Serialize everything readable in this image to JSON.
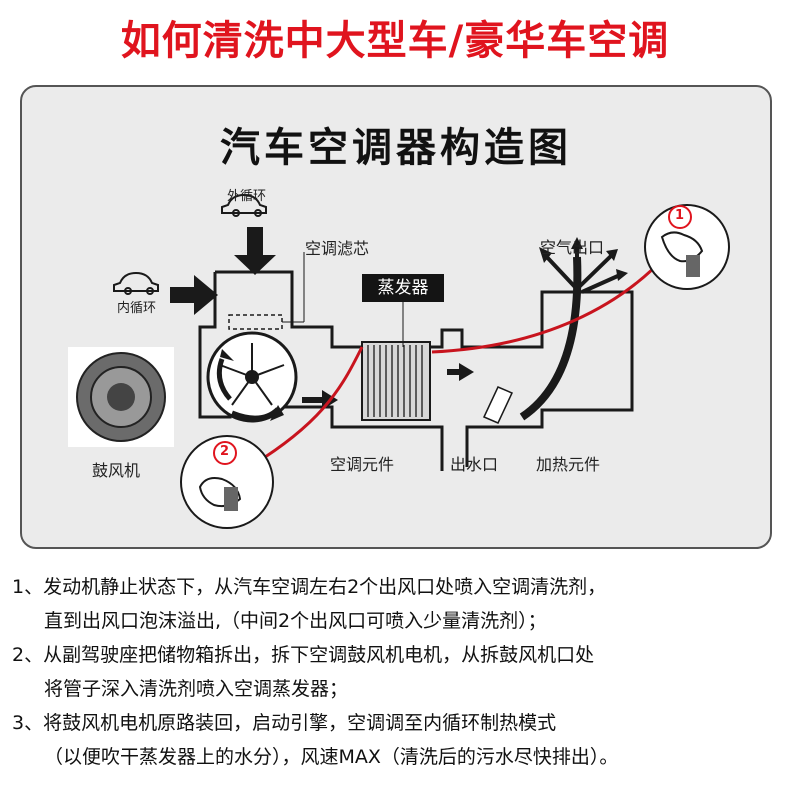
{
  "header": {
    "title": "如何清洗中大型车/豪华车空调"
  },
  "diagram": {
    "title": "汽车空调器构造图",
    "labels": {
      "outer_loop": "外循环",
      "inner_loop": "内循环",
      "filter": "空调滤芯",
      "evaporator": "蒸发器",
      "air_outlet": "空气出口",
      "blower": "鼓风机",
      "ac_component": "空调元件",
      "drain": "出水口",
      "heater": "加热元件"
    },
    "markers": {
      "one": "1",
      "two": "2"
    },
    "colors": {
      "accent": "#e0141e",
      "line": "#c8141e",
      "dark": "#1a1a1a"
    }
  },
  "steps": {
    "line1": "1、发动机静止状态下，从汽车空调左右2个出风口处喷入空调清洗剂，",
    "line2": "直到出风口泡沫溢出,（中间2个出风口可喷入少量清洗剂）；",
    "line3": "2、从副驾驶座把储物箱拆出，拆下空调鼓风机电机，从拆鼓风机口处",
    "line4": "将管子深入清洗剂喷入空调蒸发器；",
    "line5": "3、将鼓风机电机原路装回，启动引擎，空调调至内循环制热模式",
    "line6": "（以便吹干蒸发器上的水分），风速MAX（清洗后的污水尽快排出）。"
  }
}
